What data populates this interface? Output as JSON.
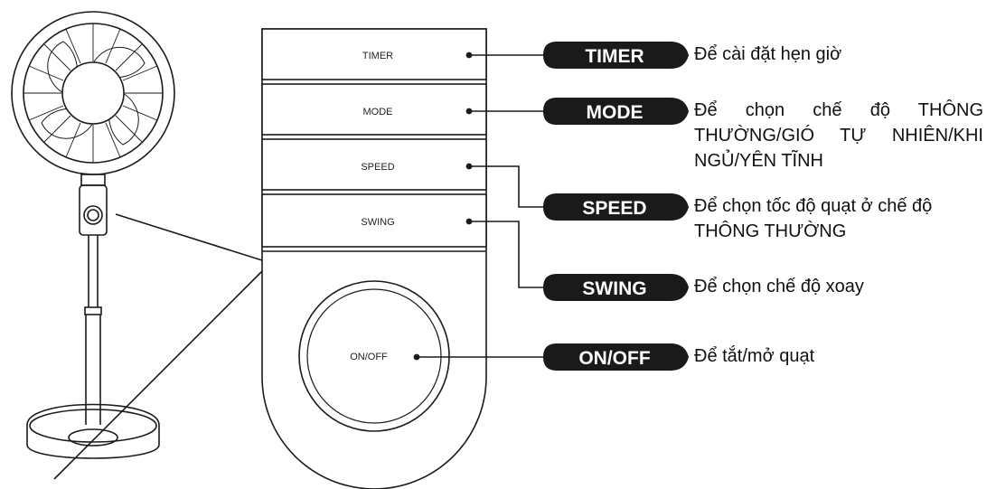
{
  "panel": {
    "buttons": [
      {
        "id": "timer",
        "label": "TIMER"
      },
      {
        "id": "mode",
        "label": "MODE"
      },
      {
        "id": "speed",
        "label": "SPEED"
      },
      {
        "id": "swing",
        "label": "SWING"
      }
    ],
    "power_label": "ON/OFF"
  },
  "callouts": [
    {
      "id": "timer",
      "pill": "TIMER",
      "lines": [
        "Để cài đặt hẹn giờ"
      ]
    },
    {
      "id": "mode",
      "pill": "MODE",
      "lines": [
        "Để chọn chế độ THÔNG",
        "THƯỜNG/GIÓ TỰ NHIÊN/KHI",
        "NGỦ/YÊN TĨNH"
      ]
    },
    {
      "id": "speed",
      "pill": "SPEED",
      "lines": [
        "Để chọn tốc độ quạt ở chế độ",
        "THÔNG THƯỜNG"
      ]
    },
    {
      "id": "swing",
      "pill": "SWING",
      "lines": [
        "Để chọn chế độ xoay"
      ]
    },
    {
      "id": "onoff",
      "pill": "ON/OFF",
      "lines": [
        "Để tắt/mở quạt"
      ]
    }
  ],
  "colors": {
    "pill_fill": "#1a1a1a",
    "stroke": "#1a1a1a",
    "background": "#ffffff"
  }
}
